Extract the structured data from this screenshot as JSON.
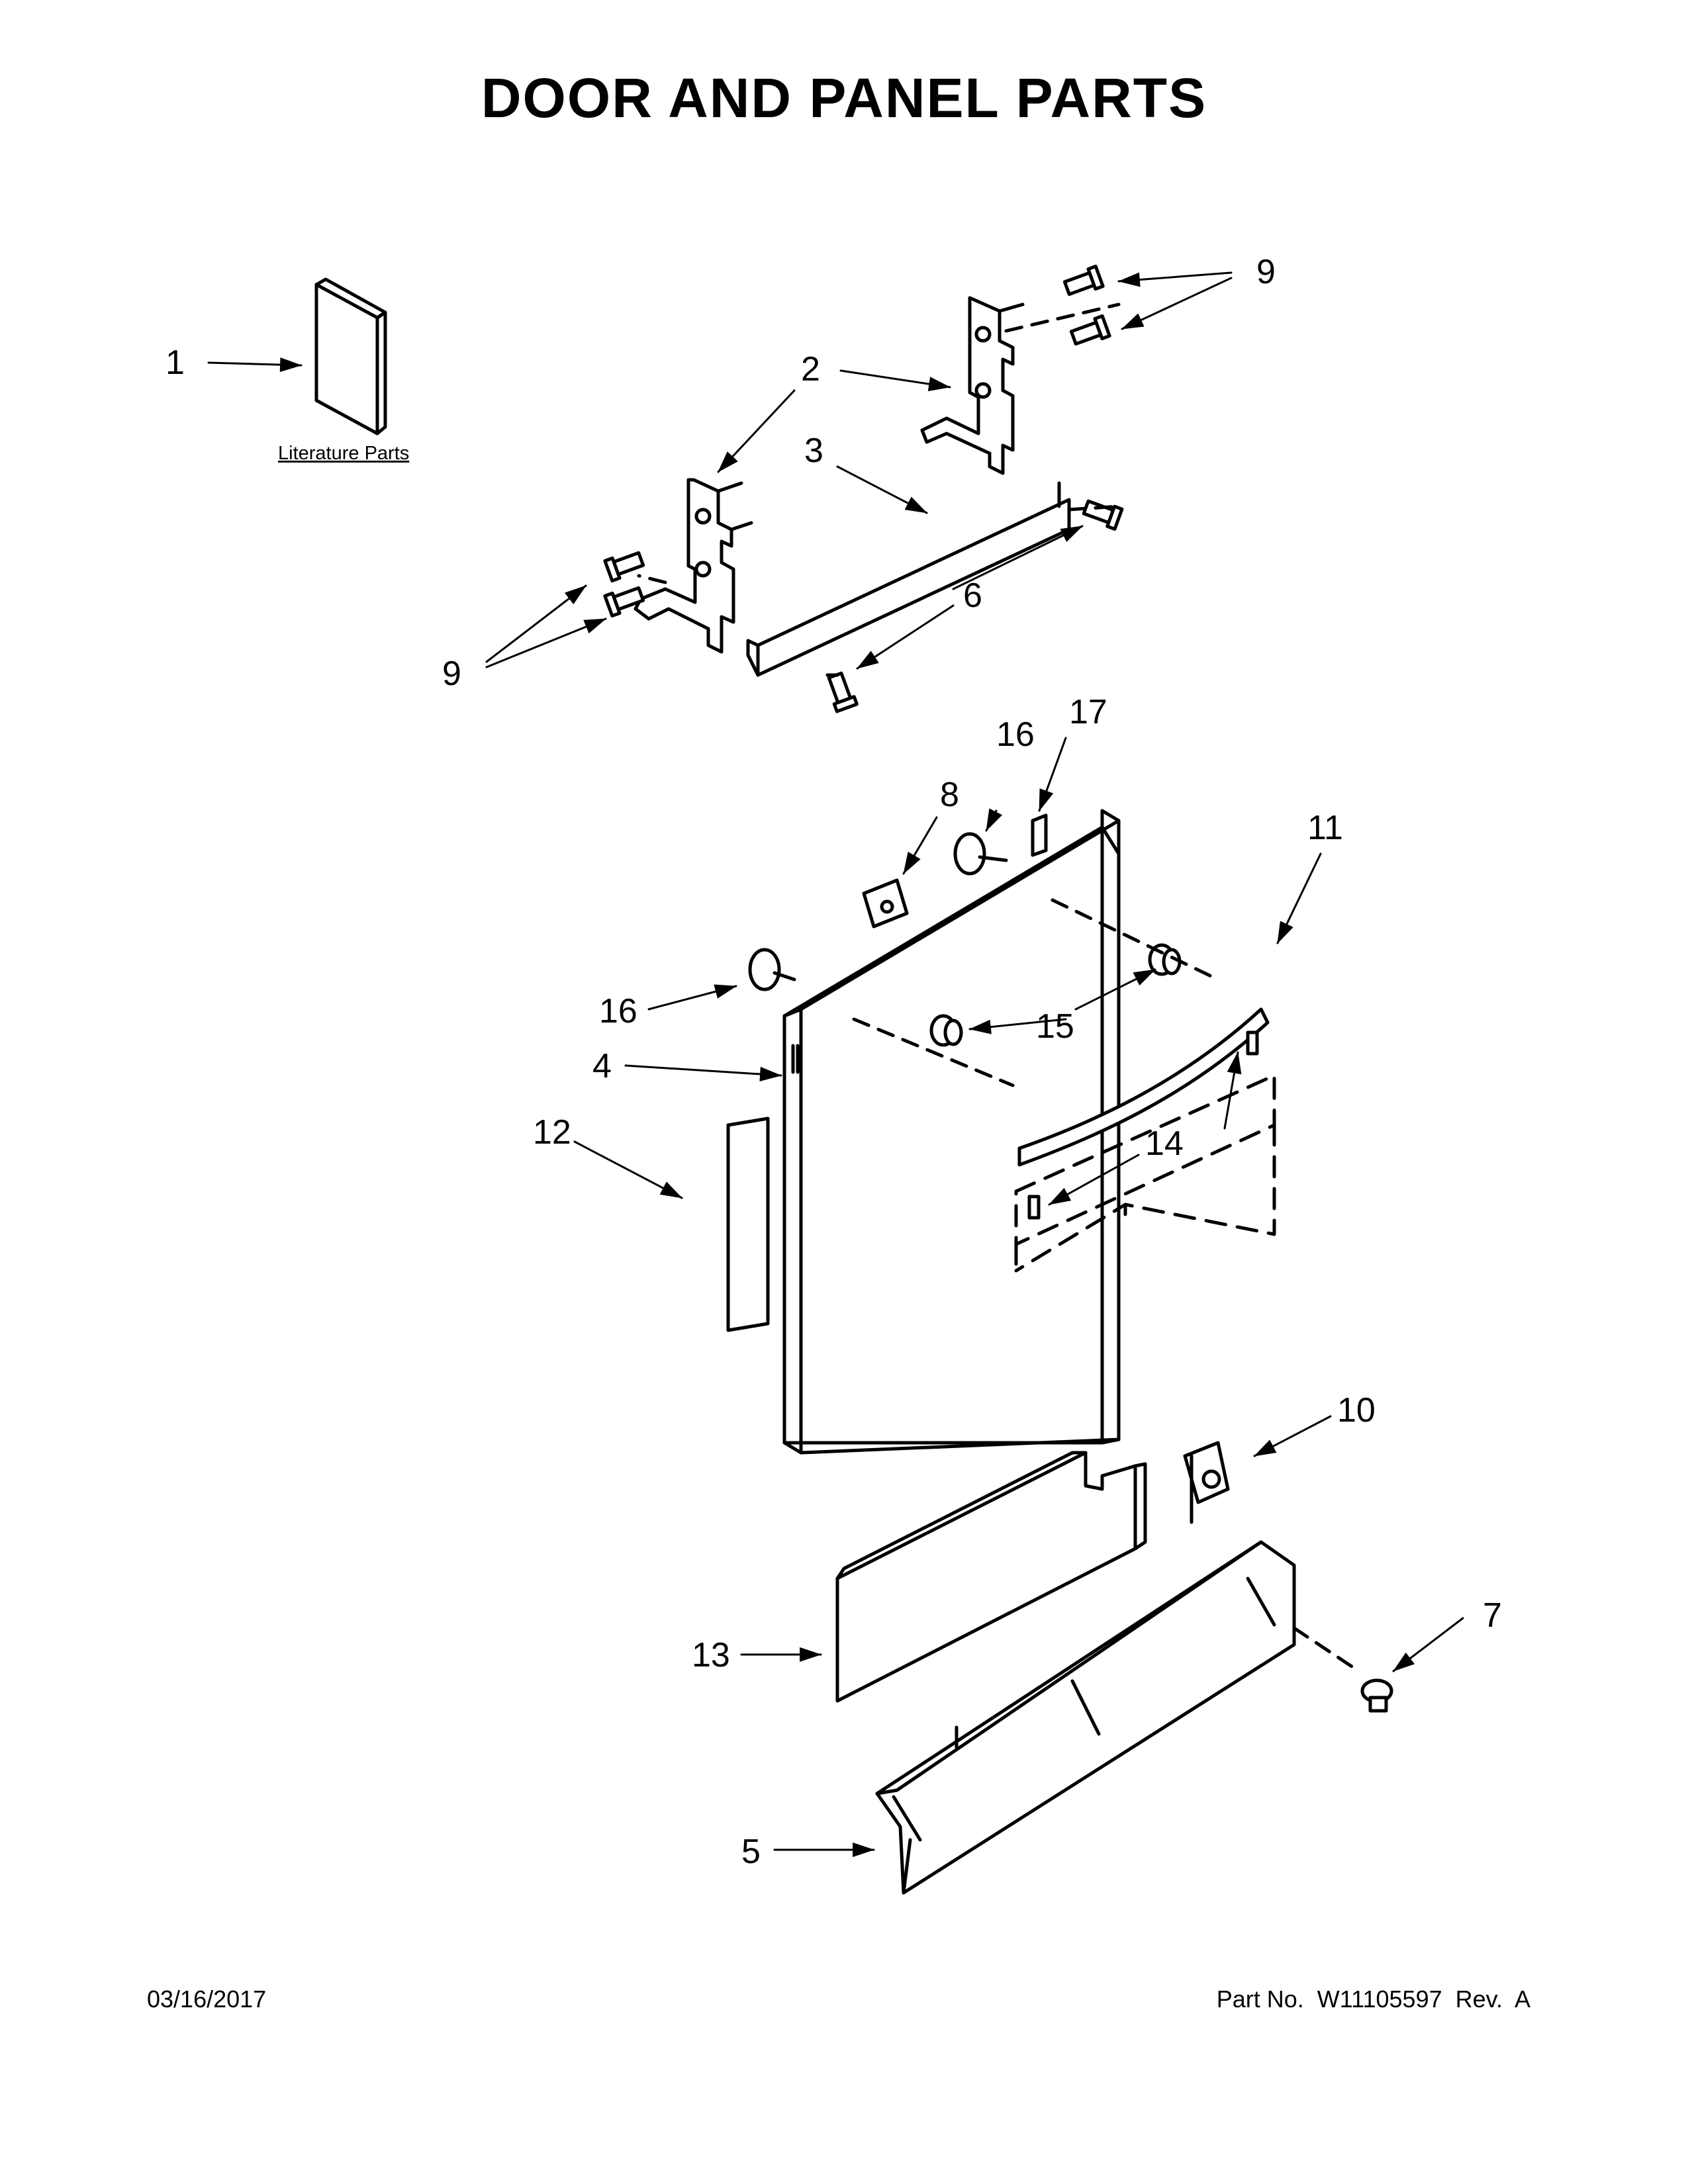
{
  "title": "DOOR AND PANEL PARTS",
  "literature_label": "Literature Parts",
  "callouts": {
    "c1": "1",
    "c2": "2",
    "c3": "3",
    "c4": "4",
    "c5": "5",
    "c6": "6",
    "c7": "7",
    "c8": "8",
    "c9a": "9",
    "c9b": "9",
    "c10": "10",
    "c11": "11",
    "c12": "12",
    "c13": "13",
    "c14": "14",
    "c15": "15",
    "c16a": "16",
    "c16b": "16",
    "c17": "17"
  },
  "footer": {
    "date": "03/16/2017",
    "part": "Part No.  W11105597  Rev.  A"
  }
}
